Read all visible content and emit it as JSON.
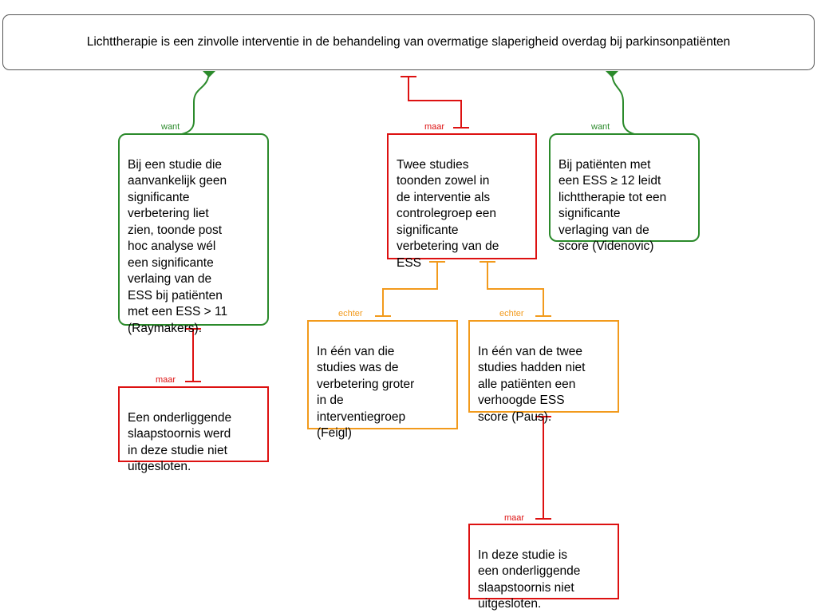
{
  "colors": {
    "support": "#2b8a2b",
    "attack": "#dd1111",
    "rebuttal": "#f29a1c",
    "root_border": "#555555"
  },
  "root": {
    "text": "Lichttherapie is een zinvolle interventie in de behandeling van overmatige slaperigheid overdag bij parkinsonpatiënten"
  },
  "nodes": {
    "post_hoc": {
      "label": "want",
      "text": "Bij een studie die\naanvankelijk geen\nsignificante\nverbetering liet\nzien, toonde post\nhoc analyse wél\neen significante\nverlaing van de\nESS bij patiënten\nmet een ESS > 11\n(Raymakers)."
    },
    "two_studies": {
      "label": "maar",
      "text": "Twee studies\ntoonden zowel in\nde interventie als\ncontrolegroep een\nsignificante\nverbetering van de\nESS"
    },
    "videnovic": {
      "label": "want",
      "text": "Bij patiënten met\neen ESS ≥ 12 leidt\nlichttherapie tot een\nsignificante\nverlaging van de\nscore (Videnovic)"
    },
    "sleep_disorder_1": {
      "label": "maar",
      "text": "Een onderliggende\nslaapstoornis werd\nin deze studie niet\nuitgesloten."
    },
    "feigl": {
      "label": "echter",
      "text": "In één van die\nstudies was de\nverbetering groter\nin de\ninterventiegroep\n(Feigl)"
    },
    "paus": {
      "label": "echter",
      "text": "In één van de twee\nstudies hadden niet\nalle patiënten een\nverhoogde ESS\nscore (Paus)."
    },
    "sleep_disorder_2": {
      "label": "maar",
      "text": "In deze studie is\neen onderliggende\nslaapstoornis niet\nuitgesloten."
    }
  }
}
